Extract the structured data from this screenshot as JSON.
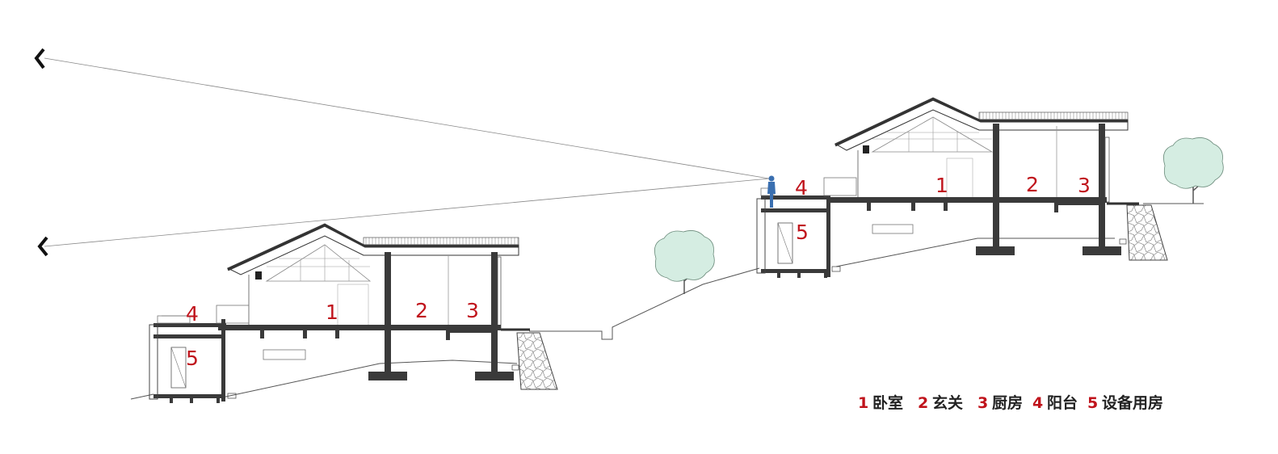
{
  "rooms": {
    "lower": [
      {
        "num": "1"
      },
      {
        "num": "2"
      },
      {
        "num": "3"
      },
      {
        "num": "4"
      },
      {
        "num": "5"
      }
    ],
    "upper": [
      {
        "num": "1"
      },
      {
        "num": "2"
      },
      {
        "num": "3"
      },
      {
        "num": "4"
      },
      {
        "num": "5"
      }
    ]
  },
  "legend": [
    {
      "num": "1",
      "label": "卧室"
    },
    {
      "num": "2",
      "label": "玄关"
    },
    {
      "num": "3",
      "label": "厨房"
    },
    {
      "num": "4",
      "label": "阳台"
    },
    {
      "num": "5",
      "label": "设备用房"
    }
  ],
  "colors": {
    "room_number": "#c0141c",
    "structure": "#3a3a3a",
    "fine_line": "#8a8a8a",
    "tree_fill": "#d5ede2",
    "person": "#3a6fb0"
  },
  "icons": [
    "sightline-arrow-icon",
    "tree-icon",
    "person-icon"
  ]
}
